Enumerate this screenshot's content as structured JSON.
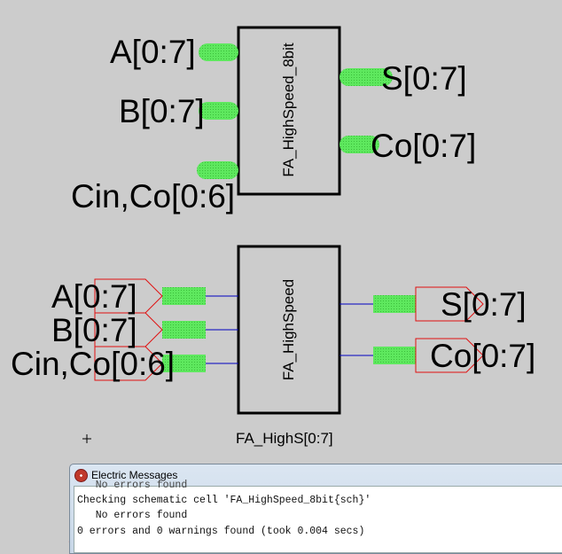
{
  "top_cell": {
    "name": "FA_HighSpeed_8bit",
    "inputs": [
      "A[0:7]",
      "B[0:7]",
      "Cin,Co[0:6]"
    ],
    "outputs": [
      "S[0:7]",
      "Co[0:7]"
    ]
  },
  "bottom_cell": {
    "name": "FA_HighSpeed",
    "instance": "FA_HighS[0:7]",
    "inputs": [
      "A[0:7]",
      "B[0:7]",
      "Cin,Co[0:6]"
    ],
    "outputs": [
      "S[0:7]",
      "Co[0:7]"
    ]
  },
  "cursor": "+",
  "messages": {
    "title": "Electric Messages",
    "lines": [
      "   No errors found",
      "Checking schematic cell 'FA_HighSpeed_8bit{sch}'",
      "   No errors found",
      "0 errors and 0 warnings found (took 0.004 secs)"
    ]
  },
  "colors": {
    "wire_green": "#55e055",
    "bus_blue": "#0000c0",
    "export_red": "#e01010",
    "background": "#cccccc"
  }
}
